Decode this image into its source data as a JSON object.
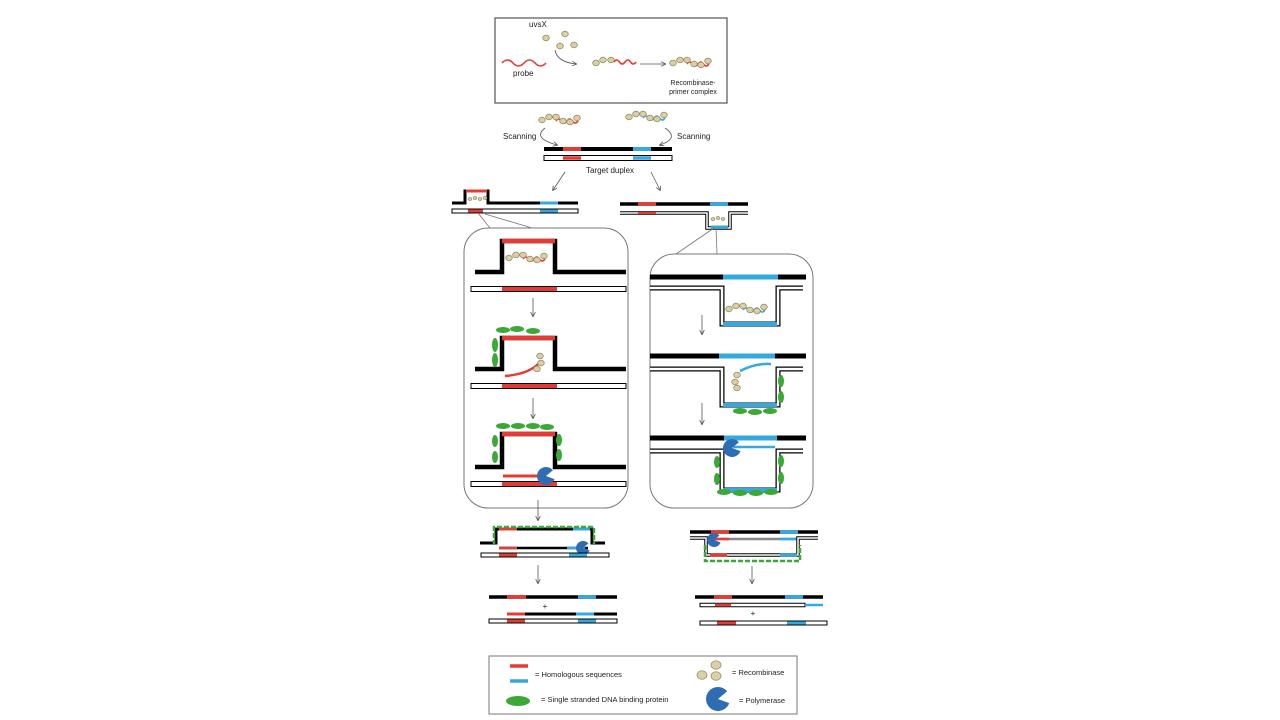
{
  "top_box": {
    "uvsx_label": "uvsX",
    "probe_label": "probe",
    "complex_label_line1": "Recombinase-",
    "complex_label_line2": "primer complex"
  },
  "scanning": {
    "left_label": "Scanning",
    "right_label": "Scanning",
    "duplex_label": "Target duplex"
  },
  "products": {
    "left_plus": "+",
    "right_plus": "+"
  },
  "legend": {
    "homologous": "= Homologous sequences",
    "recombinase": "= Recombinase",
    "ssb": "= Single stranded DNA binding protein",
    "polymerase": "= Polymerase"
  },
  "colors": {
    "red": "#e63b35",
    "blue": "#33a9e0",
    "recombinase_fill": "#d8cfab",
    "recombinase_stroke": "#9a8e5f",
    "ssb": "#3aa935",
    "polymerase": "#2f6db3"
  }
}
